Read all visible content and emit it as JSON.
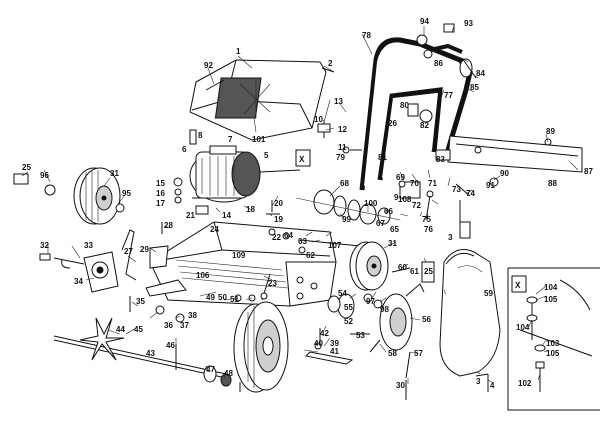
{
  "callouts": [
    "1",
    "2",
    "3",
    "4",
    "5",
    "6",
    "7",
    "8",
    "9",
    "10",
    "11",
    "12",
    "13",
    "14",
    "15",
    "16",
    "17",
    "18",
    "19",
    "20",
    "21",
    "22",
    "23",
    "24",
    "25",
    "26",
    "27",
    "28",
    "29",
    "30",
    "31",
    "32",
    "33",
    "34",
    "35",
    "36",
    "37",
    "38",
    "39",
    "40",
    "41",
    "42",
    "43",
    "44",
    "45",
    "46",
    "47",
    "48",
    "49",
    "50",
    "51",
    "52",
    "53",
    "54",
    "55",
    "56",
    "57",
    "58",
    "59",
    "60",
    "61",
    "62",
    "63",
    "64",
    "65",
    "66",
    "67",
    "68",
    "69",
    "70",
    "71",
    "72",
    "73",
    "74",
    "75",
    "76",
    "77",
    "78",
    "79",
    "80",
    "81",
    "82",
    "83",
    "84",
    "85",
    "86",
    "87",
    "88",
    "89",
    "90",
    "91",
    "92",
    "93",
    "94",
    "95",
    "96",
    "97",
    "98",
    "99",
    "100",
    "101",
    "102",
    "103",
    "104",
    "105",
    "106",
    "107",
    "108",
    "109"
  ],
  "insets": {
    "motor_marker": "Ⅹ",
    "detail_marker": "Ⅹ"
  }
}
